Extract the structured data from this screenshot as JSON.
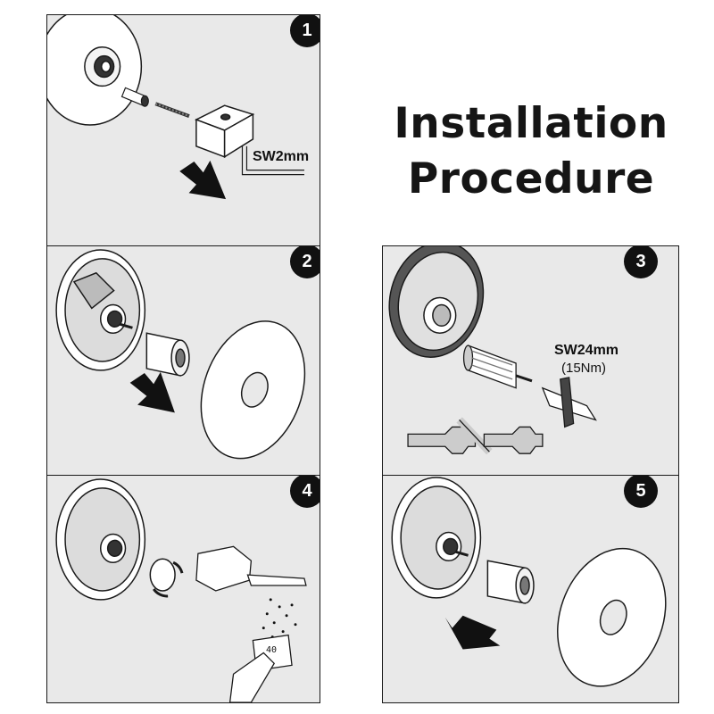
{
  "title": {
    "line1": "Installation",
    "line2": "Procedure"
  },
  "steps": [
    {
      "number": "1",
      "tool_label": "SW2mm"
    },
    {
      "number": "2"
    },
    {
      "number": "3",
      "tool_label": "SW24mm",
      "torque_label": "(15Nm)"
    },
    {
      "number": "4",
      "thermometer_readout": "40"
    },
    {
      "number": "5"
    }
  ],
  "colors": {
    "panel_bg": "#e9e9e9",
    "line": "#1a1a1a",
    "badge": "#111111"
  },
  "icons": [
    "valve-plate-icon",
    "cartridge-icon",
    "escutcheon-plate-icon",
    "arrow-icon",
    "wrench-icon",
    "hand-shower-icon",
    "thermometer-icon",
    "allen-key-icon",
    "handle-icon"
  ]
}
